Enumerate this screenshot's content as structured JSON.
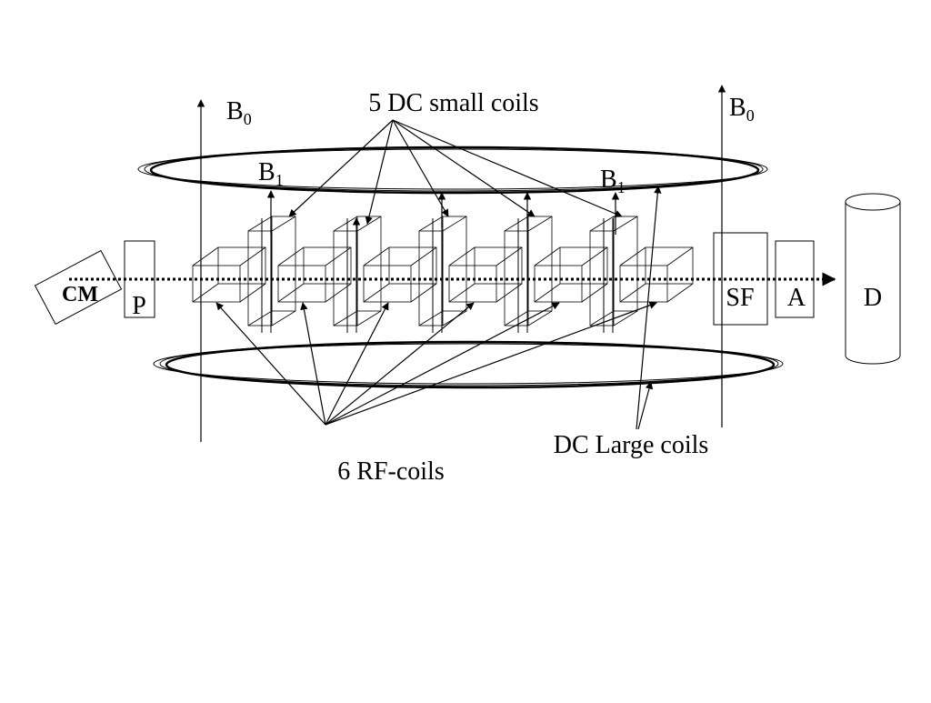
{
  "labels": {
    "b0_left": "B",
    "b0_left_sub": "0",
    "b0_right": "B",
    "b0_right_sub": "0",
    "b1_left": "B",
    "b1_left_sub": "1",
    "b1_right": "B",
    "b1_right_sub": "1",
    "dc_small_coils": "5 DC small coils",
    "rf_coils": "6 RF-coils",
    "dc_large_coils": "DC Large coils",
    "cm": "CM",
    "p": "P",
    "sf": "SF",
    "a": "A",
    "d": "D"
  },
  "colors": {
    "stroke": "#000000",
    "background": "#ffffff"
  }
}
